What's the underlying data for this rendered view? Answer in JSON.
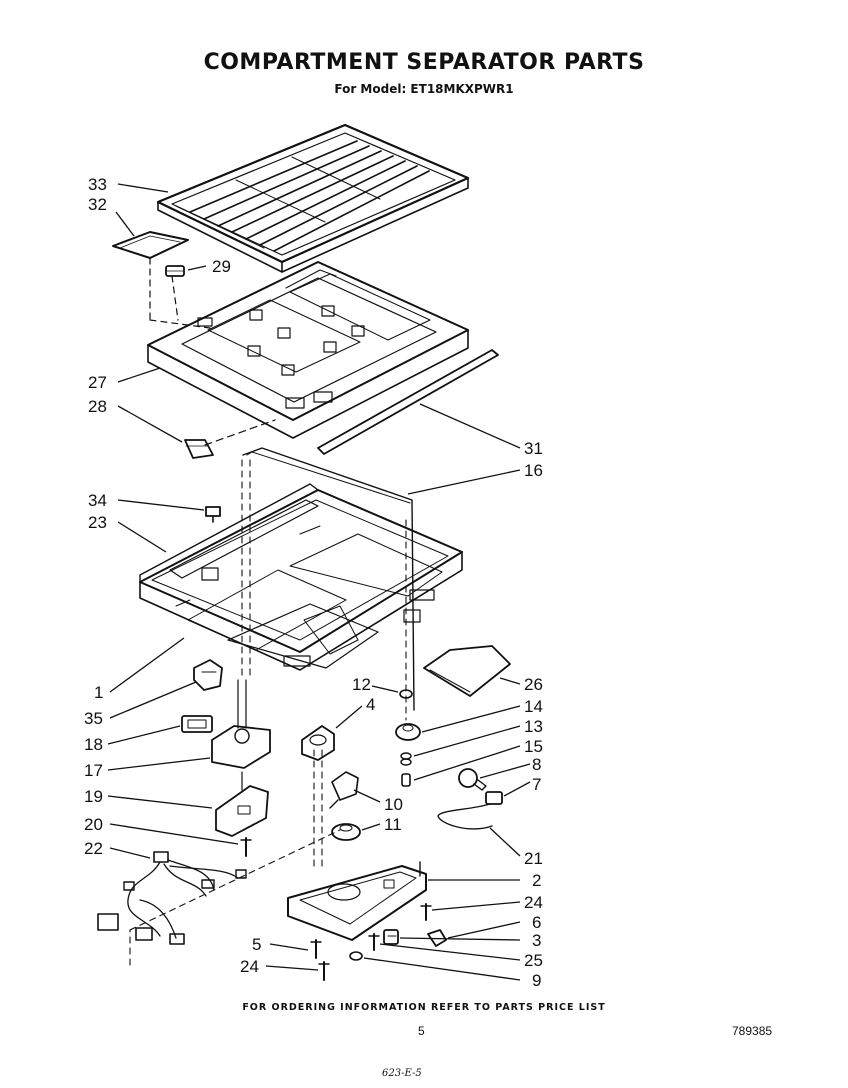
{
  "header": {
    "title": "COMPARTMENT SEPARATOR PARTS",
    "subtitle": "For Model: ET18MKXPWR1"
  },
  "parts": [
    {
      "number": "33",
      "kind": "grille"
    },
    {
      "number": "32",
      "kind": "label"
    },
    {
      "number": "29",
      "kind": "block"
    },
    {
      "number": "27",
      "kind": "frame"
    },
    {
      "number": "28",
      "kind": "block"
    },
    {
      "number": "31",
      "kind": "strip"
    },
    {
      "number": "16",
      "kind": "wire"
    },
    {
      "number": "34",
      "kind": "nut"
    },
    {
      "number": "23",
      "kind": "tray"
    },
    {
      "number": "1",
      "kind": "separator"
    },
    {
      "number": "26",
      "kind": "insulation"
    },
    {
      "number": "12",
      "kind": "nut"
    },
    {
      "number": "35",
      "kind": "clip"
    },
    {
      "number": "4",
      "kind": "bracket"
    },
    {
      "number": "14",
      "kind": "knob"
    },
    {
      "number": "13",
      "kind": "spring"
    },
    {
      "number": "18",
      "kind": "block"
    },
    {
      "number": "15",
      "kind": "shaft"
    },
    {
      "number": "8",
      "kind": "bulb"
    },
    {
      "number": "17",
      "kind": "housing"
    },
    {
      "number": "7",
      "kind": "socket"
    },
    {
      "number": "10",
      "kind": "thermostat"
    },
    {
      "number": "19",
      "kind": "switch"
    },
    {
      "number": "11",
      "kind": "knob"
    },
    {
      "number": "20",
      "kind": "screw"
    },
    {
      "number": "21",
      "kind": "wire"
    },
    {
      "number": "22",
      "kind": "harness"
    },
    {
      "number": "2",
      "kind": "control-housing"
    },
    {
      "number": "24",
      "kind": "screw"
    },
    {
      "number": "6",
      "kind": "connector"
    },
    {
      "number": "3",
      "kind": "switch"
    },
    {
      "number": "5",
      "kind": "screw"
    },
    {
      "number": "25",
      "kind": "screw"
    },
    {
      "number": "9",
      "kind": "washer"
    }
  ],
  "footer": {
    "note": "FOR ORDERING INFORMATION REFER TO PARTS PRICE LIST",
    "page_number": "5",
    "doc_number": "789385",
    "handwritten": "623-E-5"
  },
  "colors": {
    "ink": "#111111",
    "paper": "#ffffff"
  }
}
